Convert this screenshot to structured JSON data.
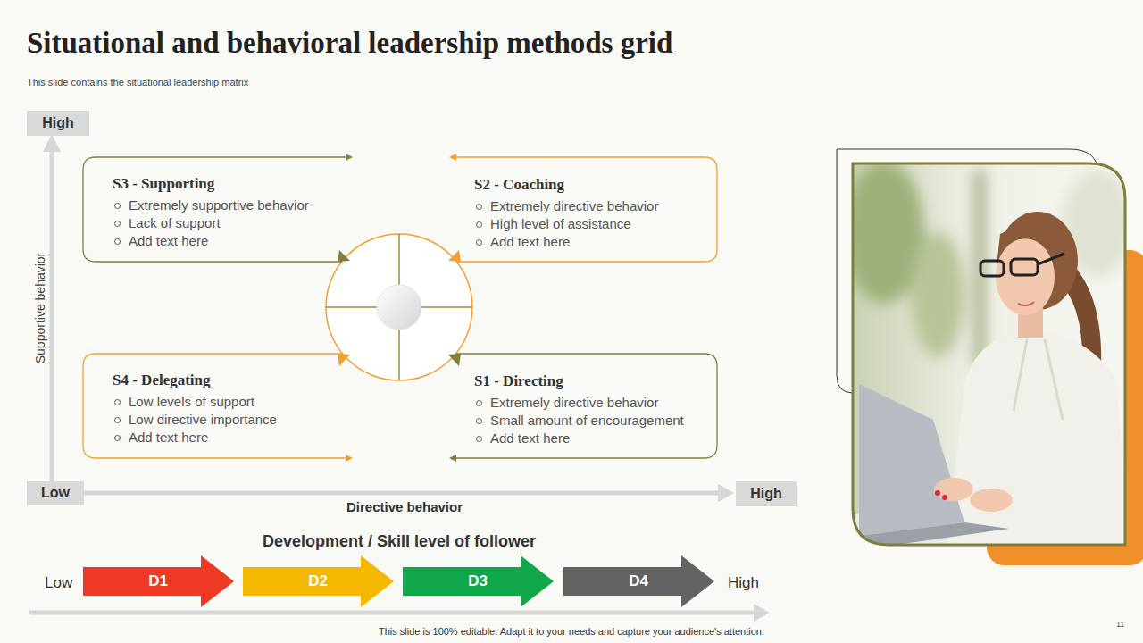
{
  "diagram": {
    "title": "Situational and behavioral leadership methods grid",
    "nodes": [
      {
        "text": [
          "High"
        ]
      },
      {
        "text": [
          "S3 - Supporting",
          "Extremely supportive behavior",
          "Lack of support",
          "Add text here"
        ]
      },
      {
        "text": [
          "S2 - Coaching",
          "Extremely directive behavior",
          "High level of assistance",
          "Add text here"
        ]
      },
      {
        "text": [
          "S4 - Delegating",
          "Low levels of support",
          "Low directive importance",
          "Add text here"
        ]
      },
      {
        "text": [
          "S1 - Directing",
          "Extremely directive behavior",
          "Small amount of encouragement",
          "Add text here"
        ]
      },
      {
        "text": [
          "Low"
        ]
      },
      {
        "text": [
          "High"
        ]
      },
      {
        "text": [
          "D1"
        ]
      },
      {
        "text": [
          "D2"
        ]
      },
      {
        "text": [
          "D3"
        ]
      },
      {
        "text": [
          "D4"
        ]
      }
    ],
    "labels": [
      "This slide contains the situational leadership matrix",
      "Supportive behavior",
      "Directive behavior",
      "Development / Skill level of follower",
      "Low",
      "High",
      "This slide is 100% editable. Adapt it to your needs and capture your audience's attention.",
      "11"
    ]
  }
}
